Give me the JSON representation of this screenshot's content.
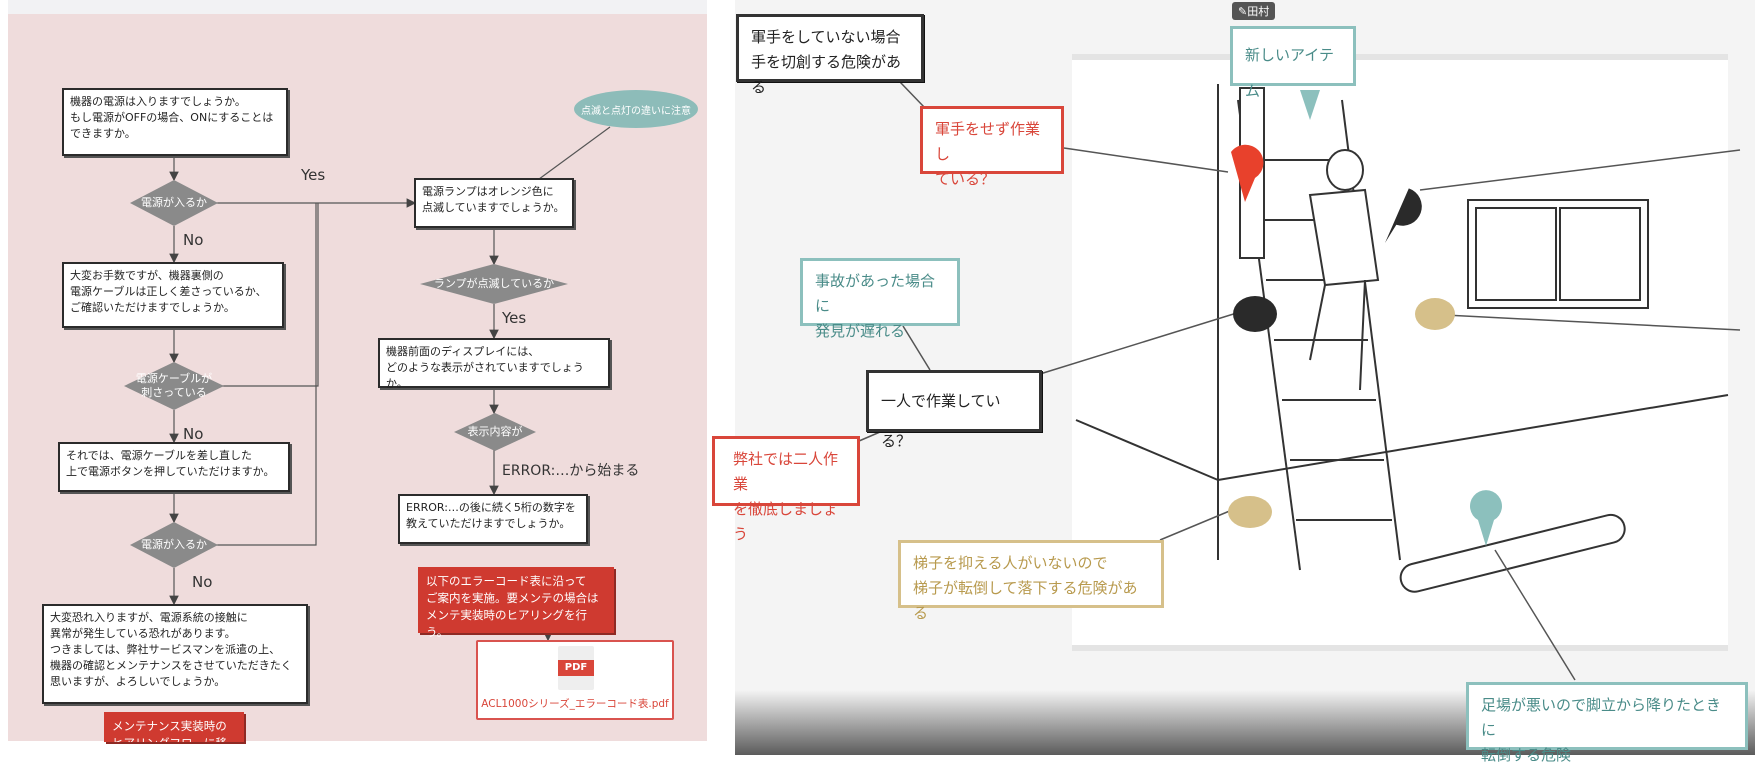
{
  "flowchart": {
    "box1": "機器の電源は入りますでしょうか。\nもし電源がOFFの場合、ONにすることは\nできますか。",
    "diamond1": "電源が入るか",
    "label_yes1": "Yes",
    "label_no1": "No",
    "box2": "大変お手数ですが、機器裏側の\n電源ケーブルは正しく差さっているか、\nご確認いただけますでしょうか。",
    "diamond2": "電源ケーブルが\n刺さっている",
    "label_no2": "No",
    "box3": "それでは、電源ケーブルを差し直した\n上で電源ボタンを押していただけますか。",
    "diamond3": "電源が入るか",
    "label_no3": "No",
    "box4": "大変恐れ入りますが、電源系統の接触に\n異常が発生している恐れがあります。\nつきましては、弊社サービスマンを派遣の上、\n機器の確認とメンテナンスをさせていただきたく\n思いますが、よろしいでしょうか。",
    "redbox_bottom": "メンテナンス実装時の\nヒアリングフローに移動",
    "box5": "電源ランプはオレンジ色に\n点滅していますでしょうか。",
    "cloud_note": "点滅と点灯の違いに注意",
    "diamond4": "ランプが点滅しているか",
    "label_yes2": "Yes",
    "box6": "機器前面のディスプレイには、\nどのような表示がされていますでしょうか。",
    "diamond5": "表示内容が",
    "label_error": "ERROR:…から始まる",
    "box7": "ERROR:…の後に続く5桁の数字を\n教えていただけますでしょうか。",
    "redbox_right": "以下のエラーコード表に沿って\nご案内を実施。要メンテの場合は\nメンテ実装時のヒアリングを行う。",
    "pdf_badge": "PDF",
    "pdf_filename": "ACL1000シリーズ_エラーコード表.pdf"
  },
  "hazard_map": {
    "user_tag": "田村",
    "callout_new_item": "新しいアイテム",
    "callout_no_gloves": "軍手をしていない場合\n手を切創する危険がある",
    "callout_working_no_gloves": "軍手をせず作業し\nている？",
    "callout_accident_late": "事故があった場合に\n発見が遅れる",
    "callout_alone": "一人で作業している？",
    "callout_two_person": "弊社では二人作業\nを徹底しましょう",
    "callout_ladder_fall": "梯子を抑える人がいないので\n梯子が転倒して落下する危険がある",
    "callout_footing": "足場が悪いので脚立から降りたときに\n転倒する危険"
  },
  "colors": {
    "flow_bg": "#efdcdc",
    "red": "#d9463a",
    "teal": "#8cc0bd",
    "gold": "#d6c08a",
    "pin_red": "#e8412c",
    "pin_dark": "#2a2a2a"
  }
}
